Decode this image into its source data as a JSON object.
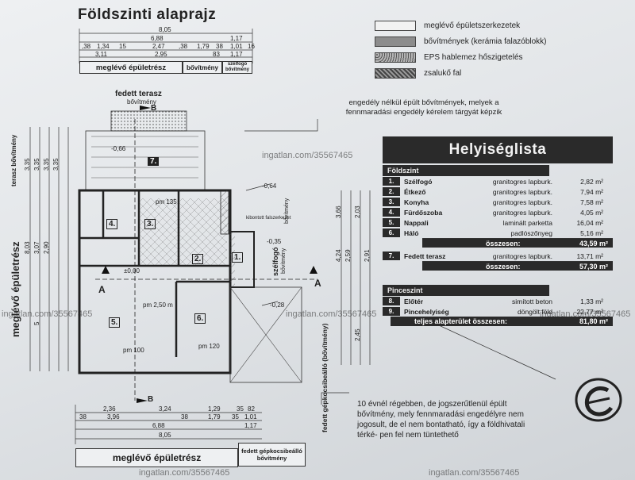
{
  "title": "Földszinti alaprajz",
  "legend": [
    {
      "label": "meglévő épületszerkezetek",
      "color": "#f2f2f2"
    },
    {
      "label": "bővítmények (kerámia falazóblokk)",
      "color": "#8c8c8c"
    },
    {
      "label": "EPS hablemez hőszigetelés",
      "color": "#b5b5b5"
    },
    {
      "label": "zsalukő fal",
      "color": "#6e6e6e"
    }
  ],
  "room_list": {
    "title": "Helyiséglista",
    "ground_floor": {
      "heading": "Földszint",
      "rooms": [
        {
          "num": "1.",
          "name": "Szélfogó",
          "floor": "granitogres lapburk.",
          "area": "2,82 m²"
        },
        {
          "num": "2.",
          "name": "Étkező",
          "floor": "granitogres lapburk.",
          "area": "7,94 m²"
        },
        {
          "num": "3.",
          "name": "Konyha",
          "floor": "granitogres lapburk.",
          "area": "7,58 m²"
        },
        {
          "num": "4.",
          "name": "Fürdőszoba",
          "floor": "granitogres lapburk.",
          "area": "4,05 m²"
        },
        {
          "num": "5.",
          "name": "Nappali",
          "floor": "laminált parketta",
          "area": "16,04 m²"
        },
        {
          "num": "6.",
          "name": "Háló",
          "floor": "padlószőnyeg",
          "area": "5,16 m²"
        }
      ],
      "total_label": "összesen:",
      "total": "43,59 m²",
      "terrace": {
        "num": "7.",
        "name": "Fedett terasz",
        "floor": "granitogres lapburk.",
        "area": "13,71 m²"
      },
      "total2_label": "összesen:",
      "total2": "57,30 m²"
    },
    "basement": {
      "heading": "Pinceszint",
      "rooms": [
        {
          "num": "8.",
          "name": "Előtér",
          "floor": "simított beton",
          "area": "1,33 m²"
        },
        {
          "num": "9.",
          "name": "Pincehelyiség",
          "floor": "döngölt föld",
          "area": "22,77 m²"
        }
      ]
    },
    "grand_total_label": "teljes alapterület összesen:",
    "grand_total": "81,80 m²"
  },
  "notes": {
    "top": "engedély nélkül épült bővítmények, melyek a fennmaradási engedély kérelem tárgyát képzik",
    "bottom": "10 évnél régebben, de jogszerűtlenül épült bővítmény, mely fennmaradási engedélyre nem jogosult, de el nem bontatható, így a földhivatali térké- pen fel nem tüntethető"
  },
  "labels": {
    "existing_top": "meglévő épületrész",
    "extension_top": "bővítmény",
    "ext_small": "szélfogó bővítmény",
    "covered_terrace": "fedett terasz",
    "covered_terrace_sub": "bővítmény",
    "existing_bottom": "meglévő épületrész",
    "carport_bottom": "fedett gépkocsibeálló",
    "carport_bottom_sub": "bővítmény",
    "existing_left": "meglévő épületrész",
    "terrace_left": "terasz bővítmény",
    "carport_vertical": "fedett gépkocsibeálló (bővítmény)",
    "windbreak_vertical": "szélfogó",
    "windbreak_vertical_sub": "bővítmény",
    "right_vertical": "bővítmény",
    "kibontott": "kibontott falszerkezet",
    "section_a": "A",
    "section_b": "B"
  },
  "dims_top": {
    "d1": "8,05",
    "d2": "6,88",
    "d3": "1,17",
    "d4": ",38",
    "d5": "1,34",
    "d6": "15",
    "d7": "2,47",
    "d8": ",38",
    "d9": "1,79",
    "d10": "38",
    "d11": "1,01",
    "d12": "16",
    "d13": "3,11",
    "d14": "2,95",
    "d15": "83",
    "d16": "1,17"
  },
  "dims_bottom": {
    "d1": "2,36",
    "d2": "3,24",
    "d3": "1,29",
    "d4": "35",
    "d5": "82",
    "d6": "38",
    "d7": "3,96",
    "d8": "38",
    "d9": "1,79",
    "d10": "35",
    "d11": "1,01",
    "d12": "6,88",
    "d13": "1,17",
    "d14": "8,05"
  },
  "dims_left": {
    "d1": "3,35",
    "d2": "8,03",
    "d3": "3,07",
    "d4": "2,90",
    "d5": "5"
  },
  "dims_right": {
    "d1": "4,24",
    "d2": "2,59",
    "d3": "2,03",
    "d4": "3,66",
    "d5": "2,91",
    "d6": "2,45"
  },
  "room_tags": {
    "r1": "1.",
    "r2": "2.",
    "r3": "3.",
    "r4": "4.",
    "r5": "5.",
    "r6": "6.",
    "r7": "7."
  },
  "heights": {
    "h1": "pm 2,50 m",
    "h2": "pm 100",
    "h3": "pm 120",
    "h4": "pm 135",
    "h5": "-0,35",
    "h6": "-0,28",
    "h7": "-0,64",
    "h8": "-0,66",
    "h9": "±0,00"
  },
  "watermarks": {
    "w": "ingatlan.com/35567465"
  }
}
